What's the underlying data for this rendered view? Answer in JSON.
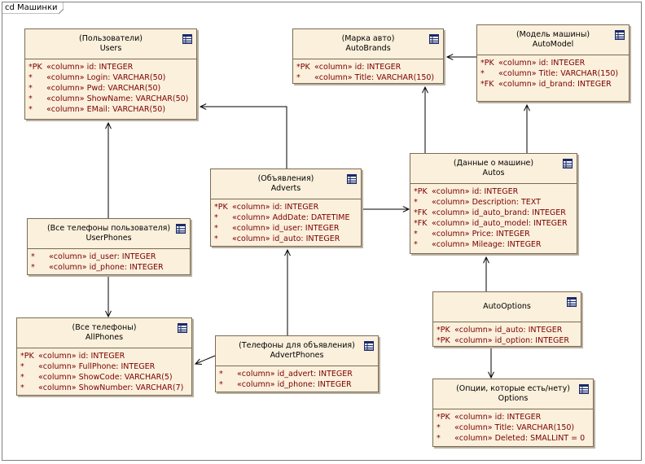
{
  "diagram": {
    "title": "cd Машинки"
  },
  "entities": [
    {
      "id": "users",
      "stereotype": "(Пользователи)",
      "name": "Users",
      "columns": [
        {
          "key": "*PK",
          "text": "«column» id:  INTEGER"
        },
        {
          "key": "*",
          "text": "«column» Login:  VARCHAR(50)"
        },
        {
          "key": "*",
          "text": "«column» Pwd:  VARCHAR(50)"
        },
        {
          "key": "*",
          "text": "«column» ShowName:  VARCHAR(50)"
        },
        {
          "key": "*",
          "text": "«column» EMail:  VARCHAR(50)"
        }
      ]
    },
    {
      "id": "autobrands",
      "stereotype": "(Марка авто)",
      "name": "AutoBrands",
      "columns": [
        {
          "key": "*PK",
          "text": "«column» id:  INTEGER"
        },
        {
          "key": "*",
          "text": "«column» Title:  VARCHAR(150)"
        }
      ]
    },
    {
      "id": "automodel",
      "stereotype": "(Модель машины)",
      "name": "AutoModel",
      "columns": [
        {
          "key": "*PK",
          "text": "«column» id:  INTEGER"
        },
        {
          "key": "*",
          "text": "«column» Title:  VARCHAR(150)"
        },
        {
          "key": "*FK",
          "text": "«column» id_brand:  INTEGER"
        }
      ]
    },
    {
      "id": "adverts",
      "stereotype": "(Объявления)",
      "name": "Adverts",
      "columns": [
        {
          "key": "*PK",
          "text": "«column» id:  INTEGER"
        },
        {
          "key": "*",
          "text": "«column» AddDate:  DATETIME"
        },
        {
          "key": "*",
          "text": "«column» id_user:  INTEGER"
        },
        {
          "key": "*",
          "text": "«column» id_auto:  INTEGER"
        }
      ]
    },
    {
      "id": "autos",
      "stereotype": "(Данные о машине)",
      "name": "Autos",
      "columns": [
        {
          "key": "*PK",
          "text": "«column» id:  INTEGER"
        },
        {
          "key": "*",
          "text": "«column» Description:  TEXT"
        },
        {
          "key": "*FK",
          "text": "«column» id_auto_brand:  INTEGER"
        },
        {
          "key": "*FK",
          "text": "«column» id_auto_model:  INTEGER"
        },
        {
          "key": "*",
          "text": "«column» Price:  INTEGER"
        },
        {
          "key": "*",
          "text": "«column» Mileage:  INTEGER"
        }
      ]
    },
    {
      "id": "userphones",
      "stereotype": "(Все телефоны пользователя)",
      "name": "UserPhones",
      "columns": [
        {
          "key": "*",
          "text": "«column» id_user:  INTEGER"
        },
        {
          "key": "*",
          "text": "«column» id_phone:  INTEGER"
        }
      ]
    },
    {
      "id": "autooptions",
      "stereotype": "",
      "name": "AutoOptions",
      "columns": [
        {
          "key": "*PK",
          "text": "«column» id_auto:  INTEGER"
        },
        {
          "key": "*PK",
          "text": "«column» id_option:  INTEGER"
        }
      ]
    },
    {
      "id": "allphones",
      "stereotype": "(Все телефоны)",
      "name": "AllPhones",
      "columns": [
        {
          "key": "*PK",
          "text": "«column» id:  INTEGER"
        },
        {
          "key": "*",
          "text": "«column» FullPhone:  INTEGER"
        },
        {
          "key": "*",
          "text": "«column» ShowCode:  VARCHAR(5)"
        },
        {
          "key": "*",
          "text": "«column» ShowNumber:  VARCHAR(7)"
        }
      ]
    },
    {
      "id": "advertphones",
      "stereotype": "(Телефоны для объявления)",
      "name": "AdvertPhones",
      "columns": [
        {
          "key": "*",
          "text": "«column» id_advert:  INTEGER"
        },
        {
          "key": "*",
          "text": "«column» id_phone:  INTEGER"
        }
      ]
    },
    {
      "id": "options",
      "stereotype": "(Опции, которые есть/нету)",
      "name": "Options",
      "columns": [
        {
          "key": "*PK",
          "text": "«column» id:  INTEGER"
        },
        {
          "key": "*",
          "text": "«column» Title:  VARCHAR(150)"
        },
        {
          "key": "*",
          "text": "«column» Deleted:  SMALLINT = 0"
        }
      ]
    }
  ],
  "relations": [
    {
      "from": "userphones",
      "to": "users"
    },
    {
      "from": "userphones",
      "to": "allphones"
    },
    {
      "from": "adverts",
      "to": "users"
    },
    {
      "from": "adverts",
      "to": "autos"
    },
    {
      "from": "advertphones",
      "to": "adverts"
    },
    {
      "from": "advertphones",
      "to": "allphones"
    },
    {
      "from": "autos",
      "to": "autobrands"
    },
    {
      "from": "autos",
      "to": "automodel"
    },
    {
      "from": "automodel",
      "to": "autobrands"
    },
    {
      "from": "autooptions",
      "to": "autos"
    },
    {
      "from": "autooptions",
      "to": "options"
    }
  ],
  "colors": {
    "entity_fill": "#fbf0dc",
    "entity_border": "#7a6a55",
    "column_text": "#7a0000",
    "line": "#000000"
  }
}
